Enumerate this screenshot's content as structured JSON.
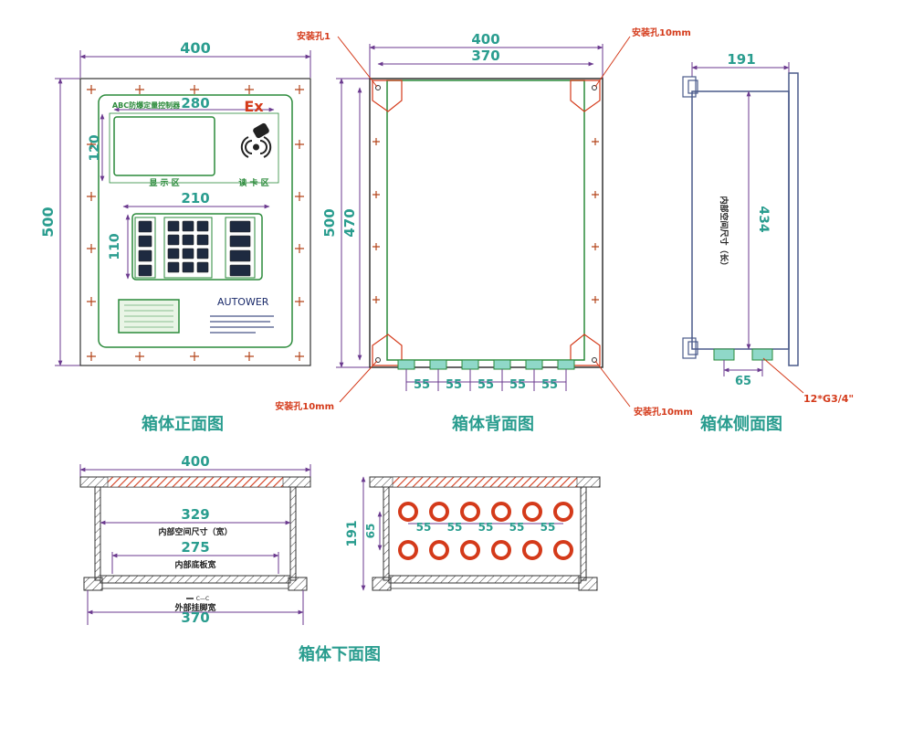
{
  "front": {
    "width": "400",
    "height": "500",
    "display_width": "280",
    "display_height": "120",
    "panel_title": "ABC防爆定量控制器",
    "ex_mark": "Ex",
    "display_area": "显   示   区",
    "card_area": "读 卡 区",
    "keypad_width": "210",
    "keypad_height": "110",
    "brand": "AUTOWER",
    "caption": "箱体正面图"
  },
  "back": {
    "hole_top_left": "安装孔1",
    "hole_top_right": "安装孔10mm",
    "hole_bottom_left": "安装孔10mm",
    "hole_bottom_right": "安装孔10mm",
    "outer_width": "400",
    "inner_width": "370",
    "outer_height": "500",
    "inner_height": "470",
    "gland_spacing": "55",
    "caption": "箱体背面图"
  },
  "side": {
    "depth": "191",
    "inner_height": "434",
    "inner_label": "内部空间尺寸（长）",
    "gland_spacing": "65",
    "gland_spec": "12*G3/4\"",
    "caption": "箱体侧面图"
  },
  "bottom": {
    "outer_width": "400",
    "inner_width": "329",
    "inner_label": "内部空间尺寸（宽）",
    "plate_width": "275",
    "plate_label": "内部底板宽",
    "foot_width": "370",
    "foot_label": "外部挂脚宽",
    "section_mark": "C—C",
    "caption": "箱体下面图"
  },
  "bottom_right": {
    "depth": "191",
    "row_spacing": "65",
    "col_spacing": "55"
  },
  "colors": {
    "dim": "#6b3a8f",
    "dim_text": "#2a9d8f",
    "caption": "#2a9d8f",
    "box": "#2a8a3a",
    "red": "#d43a1a",
    "steel": "#4a5a8a"
  }
}
